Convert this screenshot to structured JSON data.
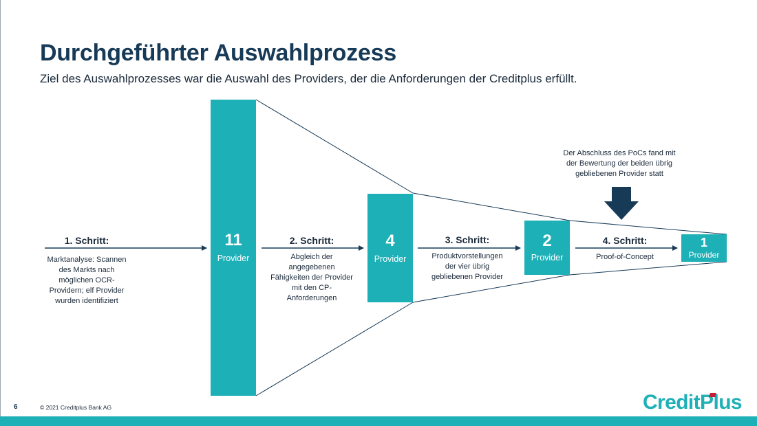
{
  "slide": {
    "title": "Durchgeführter Auswahlprozess",
    "subtitle": "Ziel des Auswahlprozesses war die Auswahl des Providers, der die Anforderungen der Creditplus erfüllt."
  },
  "colors": {
    "title": "#173a57",
    "box": "#1eb0b7",
    "arrow": "#173a57",
    "bottom_bar": "#1eb0b7",
    "logo_mark": "#c61f35"
  },
  "funnel": {
    "boxes": [
      {
        "number": "11",
        "label": "Provider"
      },
      {
        "number": "4",
        "label": "Provider"
      },
      {
        "number": "2",
        "label": "Provider"
      },
      {
        "number": "1",
        "label": "Provider"
      }
    ],
    "steps": [
      {
        "title": "1. Schritt:",
        "description": "Marktanalyse: Scannen\ndes Markts nach\nmöglichen OCR-\nProvidern; elf Provider\nwurden identifiziert"
      },
      {
        "title": "2. Schritt:",
        "description": "Abgleich der\nangegebenen\nFähigkeiten der Provider\nmit den CP-\nAnforderungen"
      },
      {
        "title": "3. Schritt:",
        "description": "Produktvorstellungen\nder vier übrig\ngebliebenen Provider"
      },
      {
        "title": "4. Schritt:",
        "description": "Proof-of-Concept"
      }
    ],
    "note": "Der Abschluss des PoCs fand mit\nder Bewertung der beiden übrig\ngebliebenen Provider statt"
  },
  "footer": {
    "page_number": "6",
    "copyright": "© 2021 Creditplus Bank AG",
    "logo": "CreditPlus"
  }
}
